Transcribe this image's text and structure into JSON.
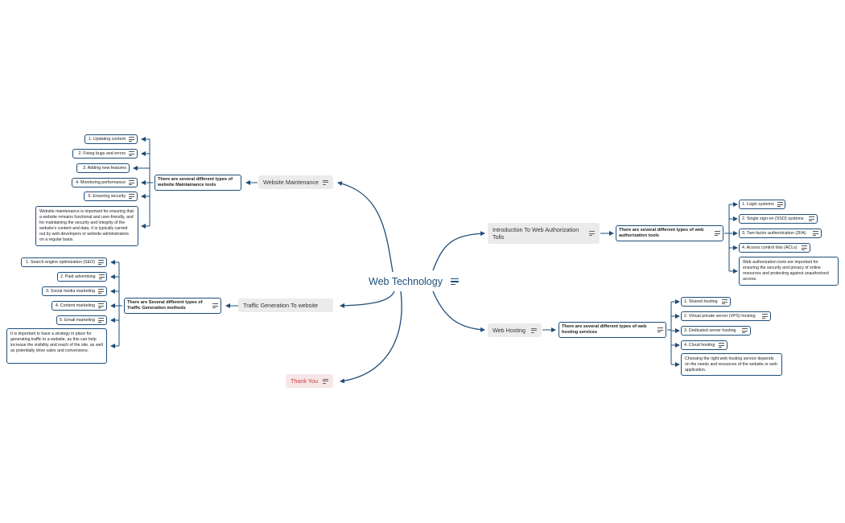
{
  "center": {
    "title": "Web Technology",
    "icon": "notes-icon"
  },
  "colors": {
    "line": "#1f4e79",
    "topic_bg": "#ebebeb",
    "thank_you": "#d23a3a"
  },
  "branches": {
    "maintenance": {
      "topic": "Website Maintenance",
      "sub": "There are several different types of website Maintainance tools",
      "items": [
        "1. Updating content",
        "2. Fixing bugs and errors",
        "3. Adding new features",
        "4. Monitoring performance",
        "5. Ensuring security"
      ],
      "note": "Website maintenance is important for ensuring that a website remains functional and user-friendly, and for maintaining the security and integrity of the website's content and data. It is typically carried out by web developers or website administrators on a regular basis."
    },
    "traffic": {
      "topic": "Traffic Generation To website",
      "sub": "There are Several different types of Traffic Generation methods",
      "items": [
        "1. Search engine optimization (SEO)",
        "2. Paid advertising",
        "3. Social media marketing",
        "4. Content marketing",
        "5. Email marketing"
      ],
      "note": "It is important to have a strategy in place for generating traffic to a website, as this can help increase the visibility and reach of the site, as well as potentially drive sales and conversions."
    },
    "thanks": {
      "topic": "Thank You"
    },
    "authorization": {
      "topic": "Introduction To Web Authorization Tolls",
      "sub": "There are several different types of web authorization tools",
      "items": [
        "1. Login systems",
        "2. Single sign-on (SSO) systems",
        "3. Two-factor authentication (2FA)",
        "4. Access control lists (ACLs)"
      ],
      "note": "Web authorization tools are important for ensuring the security and privacy of online resources and protecting against unauthorized access."
    },
    "hosting": {
      "topic": "Web Hosting",
      "sub": "There are several different types of web hosting services",
      "items": [
        "1. Shared hosting",
        "2. Virtual private server (VPS) hosting",
        "3. Dedicated server hosting",
        "4. Cloud hosting"
      ],
      "note": "Choosing the right web hosting service depends on the needs and resources of the website or web application."
    }
  }
}
